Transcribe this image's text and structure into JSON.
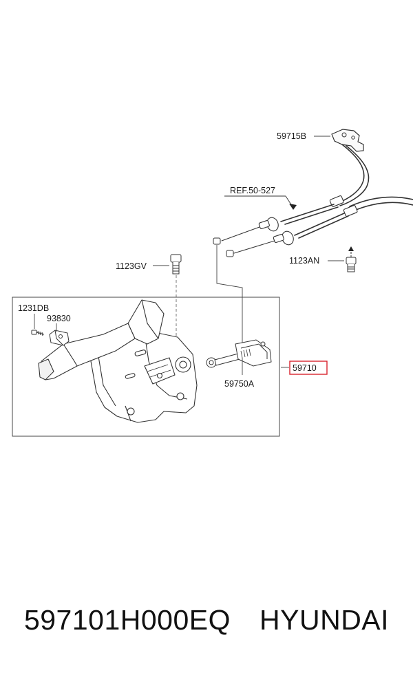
{
  "diagram": {
    "labels": {
      "p59715B": "59715B",
      "ref": "REF.50-527",
      "p1123GV": "1123GV",
      "p1123AN": "1123AN",
      "p1231DB": "1231DB",
      "p93830": "93830",
      "p59750A": "59750A",
      "p59710": "59710"
    },
    "highlight_color": "#d9232e"
  },
  "caption": {
    "part_number": "597101H000EQ",
    "brand": "HYUNDAI"
  }
}
